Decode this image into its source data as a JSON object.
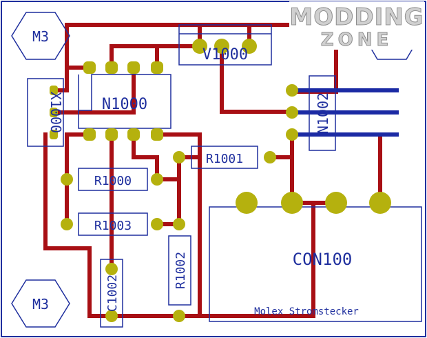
{
  "board": {
    "colors": {
      "trace": "#a80f14",
      "pad": "#b5b10e",
      "silkscreen": "#1f2f9e",
      "outline": "#1f2f9e",
      "blue_trace": "#1b2aa4",
      "background": "#ffffff",
      "logo_fill": "#d0d0d0",
      "logo_stroke": "#8e8e8e"
    },
    "logo": {
      "line1": "MODDING",
      "line2": "ZONE"
    },
    "mounting_holes": {
      "top": "M3",
      "bottom": "M3"
    },
    "components": {
      "v1000": "V1000",
      "n1000": "N1000",
      "n1002": "N1002",
      "x1000": "X1000",
      "r1000": "R1000",
      "r1001": "R1001",
      "r1002": "R1002",
      "r1003": "R1003",
      "c1002": "C1002",
      "con100": "CON100"
    },
    "con100_description": "Molex Stromstecker"
  }
}
